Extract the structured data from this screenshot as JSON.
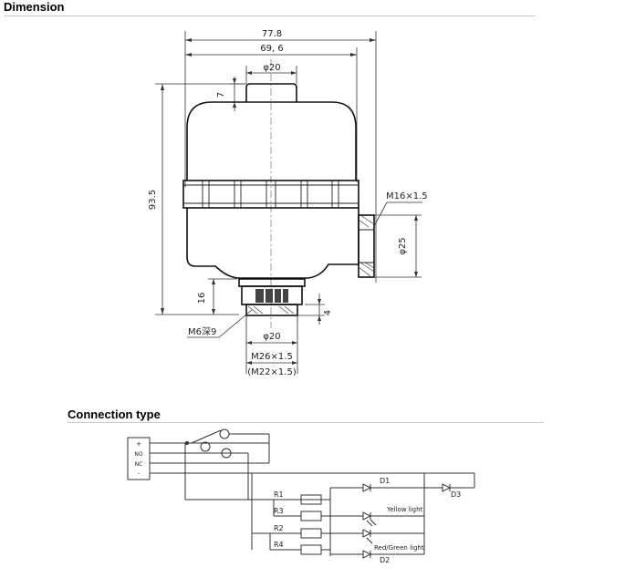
{
  "sections": {
    "dimension_title": "Dimension",
    "connection_title": "Connection type"
  },
  "dimension": {
    "width_overall": "77.8",
    "width_body": "69, 6",
    "cap_diameter": "φ20",
    "cap_height": "7",
    "total_height": "93.5",
    "side_thread": "M16×1.5",
    "side_diameter": "φ25",
    "bottom_height": "16",
    "nut_height": "4",
    "bolt": "M6深9",
    "base_diameter": "φ20",
    "base_thread": "M26×1.5",
    "base_thread_alt": "(M22×1.5)"
  },
  "connection": {
    "terminals": [
      "+",
      "NO",
      "NC",
      "-"
    ],
    "resistors": [
      "R1",
      "R3",
      "R2",
      "R4"
    ],
    "diodes": [
      "D1",
      "D2",
      "D3"
    ],
    "lights": [
      "Yellow light",
      "Red/Green light"
    ]
  }
}
